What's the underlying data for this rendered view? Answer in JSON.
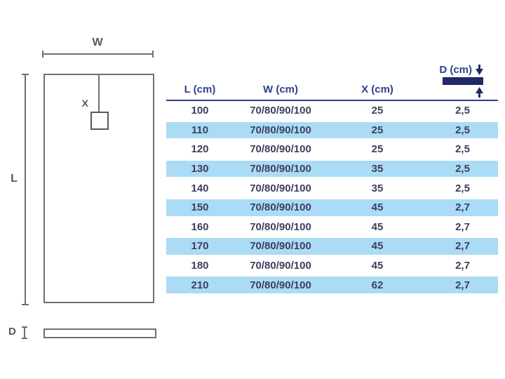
{
  "diagram": {
    "width_label": "W",
    "length_label": "L",
    "drain_label": "X",
    "thickness_label": "D"
  },
  "table": {
    "headers": [
      "L (cm)",
      "W (cm)",
      "X (cm)",
      "D (cm)"
    ],
    "rows": [
      [
        "100",
        "70/80/90/100",
        "25",
        "2,5"
      ],
      [
        "110",
        "70/80/90/100",
        "25",
        "2,5"
      ],
      [
        "120",
        "70/80/90/100",
        "25",
        "2,5"
      ],
      [
        "130",
        "70/80/90/100",
        "35",
        "2,5"
      ],
      [
        "140",
        "70/80/90/100",
        "35",
        "2,5"
      ],
      [
        "150",
        "70/80/90/100",
        "45",
        "2,7"
      ],
      [
        "160",
        "70/80/90/100",
        "45",
        "2,7"
      ],
      [
        "170",
        "70/80/90/100",
        "45",
        "2,7"
      ],
      [
        "180",
        "70/80/90/100",
        "45",
        "2,7"
      ],
      [
        "210",
        "70/80/90/100",
        "62",
        "2,7"
      ]
    ]
  },
  "colors": {
    "row_alt": "#abdbf5",
    "rule": "#2e3e8c",
    "navy": "#202a66",
    "head_text": "#2f3f8c",
    "body_text": "#3e3e5e",
    "diagram_line": "#6f6f6f",
    "diagram_text": "#595959"
  }
}
